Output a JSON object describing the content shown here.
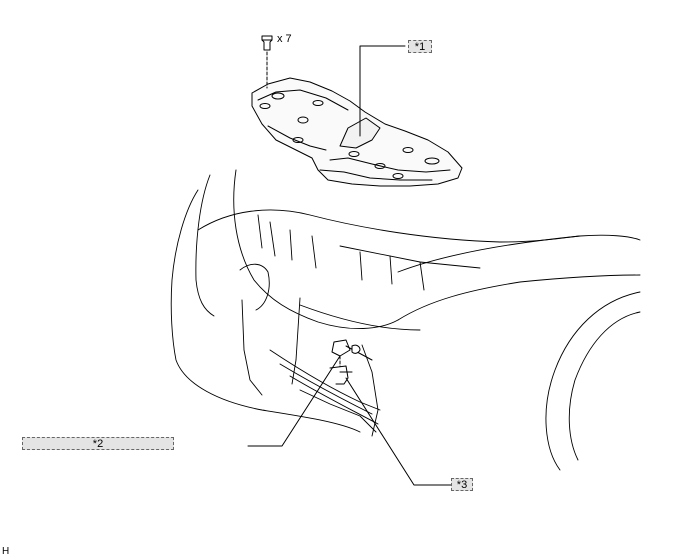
{
  "callouts": {
    "c1": "*1",
    "c2": "*2",
    "c3": "*3"
  },
  "quantity_label": "x 7",
  "doc_code": "H"
}
